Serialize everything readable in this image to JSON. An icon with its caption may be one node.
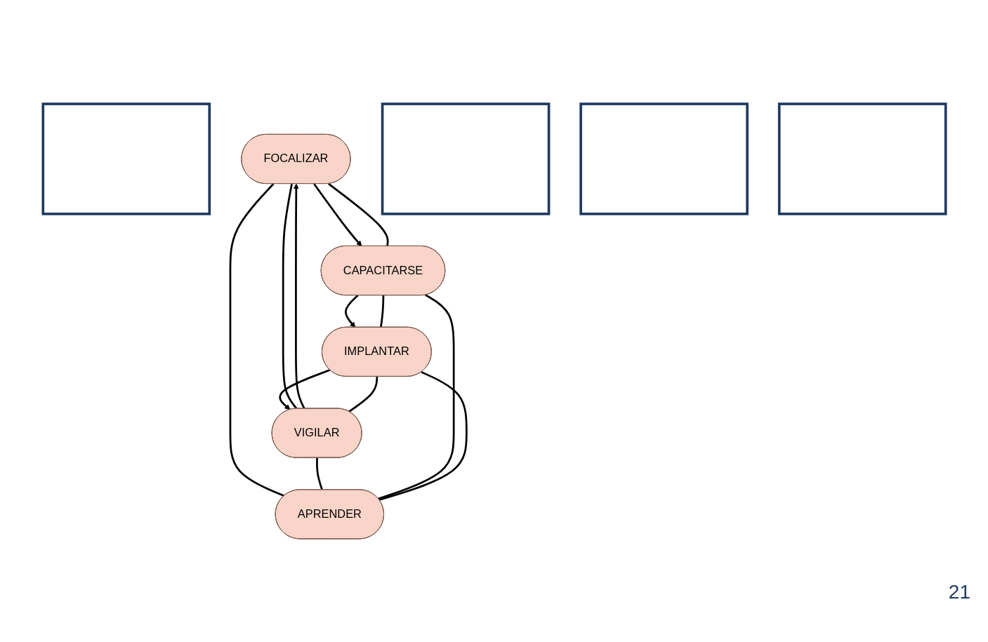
{
  "diagram": {
    "nodes": [
      {
        "text": [],
        "shape": "box"
      },
      {
        "text": [
          "FOCALIZAR"
        ]
      },
      {
        "text": [
          "VIGILAR"
        ]
      },
      {
        "text": [
          "APRENDER"
        ]
      },
      {
        "text": [
          "CAPACITARSE"
        ]
      },
      {
        "text": [
          "IMPLANTAR"
        ]
      },
      {
        "text": [],
        "shape": "box"
      },
      {
        "text": [],
        "shape": "box"
      },
      {
        "text": [],
        "shape": "box"
      }
    ],
    "edges": [
      {
        "from": 2,
        "to": 1,
        "arrow": "to"
      },
      {
        "from": 1,
        "to": 4,
        "arrow": "to"
      },
      {
        "from": 4,
        "to": 5,
        "arrow": "to"
      },
      {
        "from": 5,
        "to": 2,
        "arrow": "to"
      },
      {
        "from": 1,
        "to": 2,
        "arrow": "none"
      },
      {
        "from": 1,
        "to": 3,
        "arrow": "none"
      },
      {
        "from": 1,
        "to": 4,
        "arrow": "none"
      },
      {
        "from": 2,
        "to": 3,
        "arrow": "none"
      },
      {
        "from": 3,
        "to": 4,
        "arrow": "none"
      },
      {
        "from": 2,
        "to": 5,
        "arrow": "none"
      },
      {
        "from": 3,
        "to": 5,
        "arrow": "none"
      },
      {
        "from": 4,
        "to": 5,
        "arrow": "none"
      }
    ],
    "labels": [
      "21"
    ]
  }
}
